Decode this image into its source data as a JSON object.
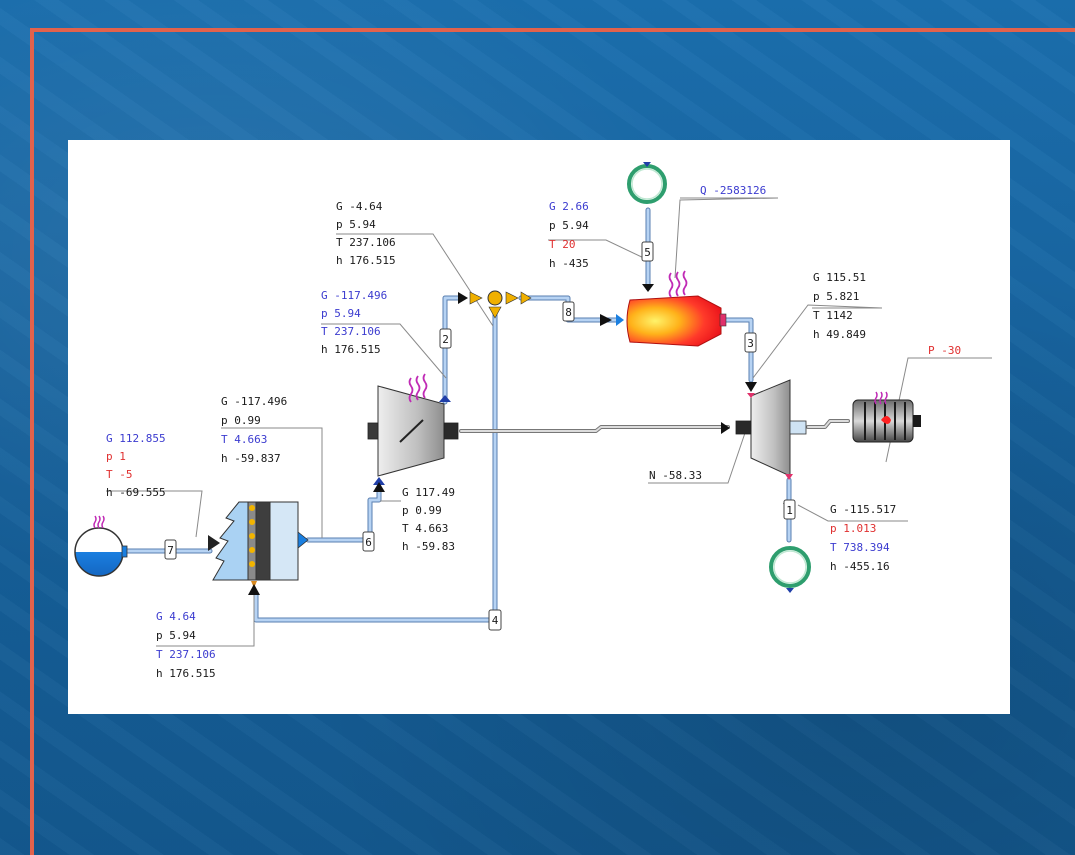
{
  "colors": {
    "background": "#1565a3",
    "frame": "#e2624c",
    "panel": "#ffffff",
    "pipe": "#a9c8ef",
    "label_black": "#1a1a1a",
    "label_blue": "#3b3bcf",
    "label_red": "#e03030",
    "heat_marks": "#c02bb5",
    "burner": "#ff2a2a",
    "ring": "#2e9e6e"
  },
  "blocks": {
    "source_left": {
      "G": "G 112.855",
      "p": "p 1",
      "T": "T -5",
      "h": "h -69.555"
    },
    "stream_2": {
      "G": "G -117.496",
      "p": "p 5.94",
      "T": "T 237.106",
      "h": "h 176.515"
    },
    "stream_top": {
      "G": "G -4.64",
      "p": "p 5.94",
      "T": "T 237.106",
      "h": "h 176.515"
    },
    "stream_6": {
      "G": "G -117.496",
      "p": "p 0.99",
      "T": "T 4.663",
      "h": "h -59.837"
    },
    "compressor_in": {
      "G": "G 117.49",
      "p": "p 0.99",
      "T": "T 4.663",
      "h": "h -59.83"
    },
    "stream_4": {
      "G": "G 4.64",
      "p": "p 5.94",
      "T": "T 237.106",
      "h": "h 176.515"
    },
    "fuel": {
      "G": "G 2.66",
      "p": "p 5.94",
      "T": "T 20",
      "h": "h -435"
    },
    "heat": {
      "Q": "Q -2583126"
    },
    "turbine_in": {
      "G": "G 115.51",
      "p": "p 5.821",
      "T": "T 1142",
      "h": "h 49.849"
    },
    "exhaust": {
      "G": "G -115.517",
      "p": "p 1.013",
      "T": "T 738.394",
      "h": "h -455.16"
    },
    "power": {
      "P": "P -30"
    },
    "shaft": {
      "N": "N -58.33"
    }
  },
  "stream_numbers": {
    "s1": "1",
    "s2": "2",
    "s3": "3",
    "s4": "4",
    "s5": "5",
    "s6": "6",
    "s7": "7",
    "s8": "8"
  },
  "icons": [
    "source-tank-icon",
    "heat-exchanger-icon",
    "compressor-icon",
    "mixer-icon",
    "combustor-icon",
    "turbine-icon",
    "generator-icon",
    "boundary-ring-icon",
    "heat-flow-icon"
  ]
}
